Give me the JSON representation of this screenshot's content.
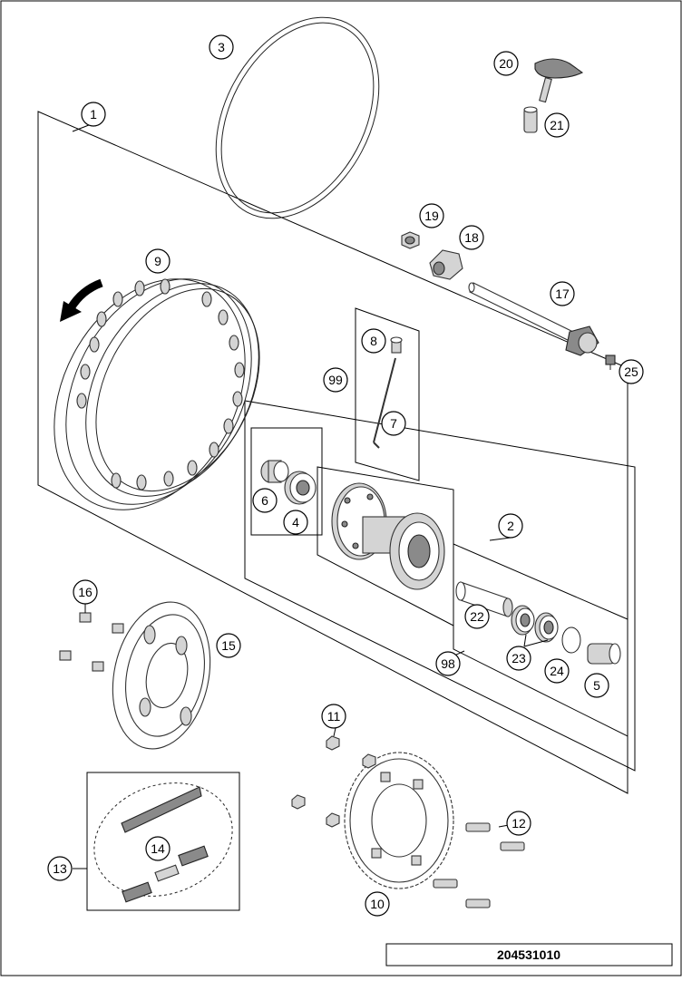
{
  "callouts": [
    "1",
    "2",
    "3",
    "4",
    "5",
    "6",
    "7",
    "8",
    "9",
    "10",
    "11",
    "12",
    "13",
    "14",
    "15",
    "16",
    "17",
    "18",
    "19",
    "20",
    "21",
    "22",
    "23",
    "24",
    "25",
    "98",
    "99"
  ],
  "document_number": "204531010"
}
